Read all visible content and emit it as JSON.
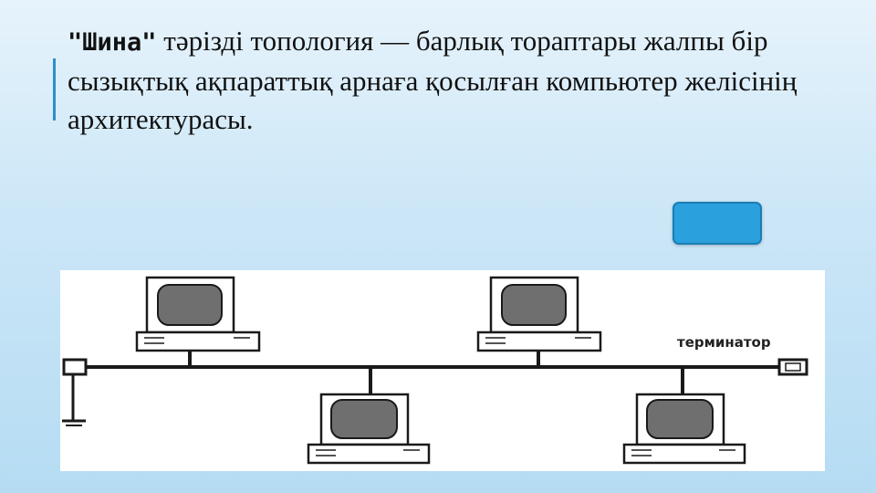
{
  "slide": {
    "heading_bold": "\"Шина\"",
    "heading_rest": " тәрізді топология — барлық тораптары жалпы бір сызықтық ақпараттық арнаға қосылған компьютер желісінің архитектурасы."
  },
  "diagram": {
    "terminator_label": "терминатор",
    "computers": [
      {
        "name": "computer-top-left"
      },
      {
        "name": "computer-top-right"
      },
      {
        "name": "computer-bottom-left"
      },
      {
        "name": "computer-bottom-right"
      }
    ],
    "colors": {
      "screen": "#6f6f6f",
      "line": "#1a1a1a",
      "accent": "#2e8fc9",
      "button": "#2aa0dc"
    }
  }
}
